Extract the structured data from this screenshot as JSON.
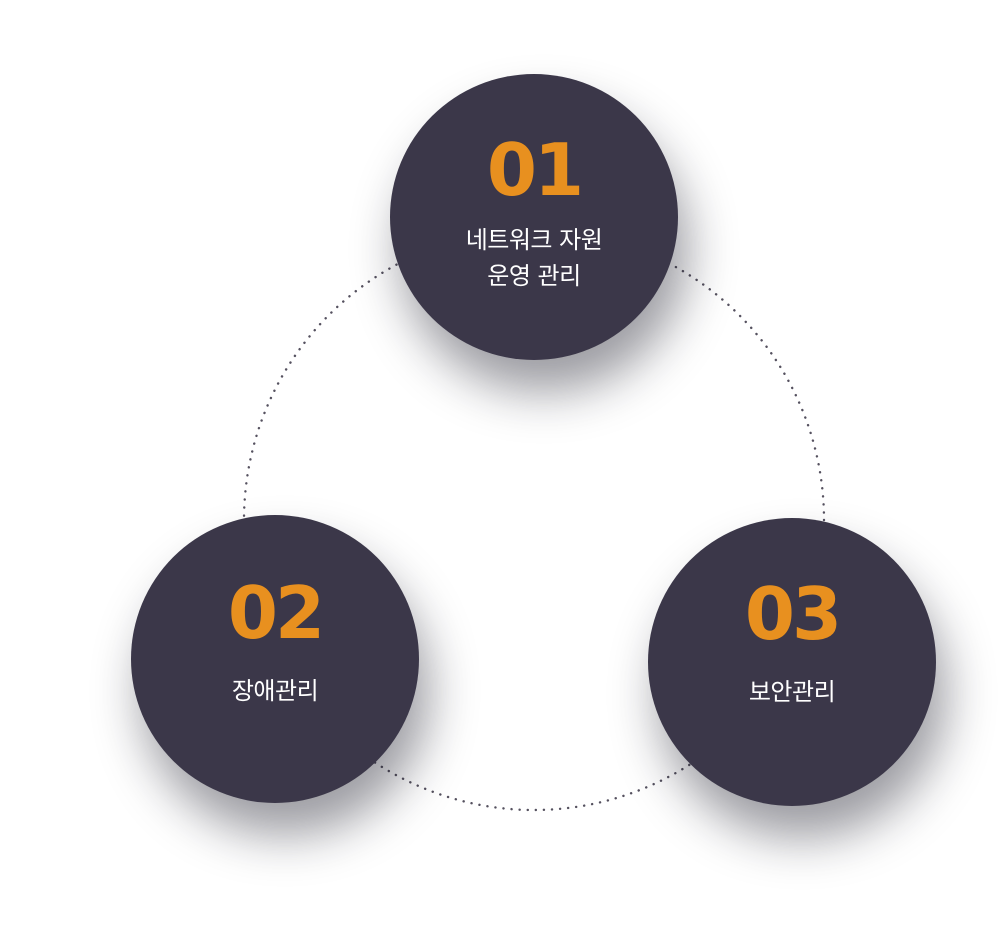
{
  "nodes": [
    {
      "number": "01",
      "label": "네트워크 자원\n운영 관리"
    },
    {
      "number": "02",
      "label": "장애관리"
    },
    {
      "number": "03",
      "label": "보안관리"
    }
  ],
  "colors": {
    "circle": "#3b3749",
    "number": "#e8901f",
    "label": "#ffffff",
    "ring": "#55515f"
  }
}
